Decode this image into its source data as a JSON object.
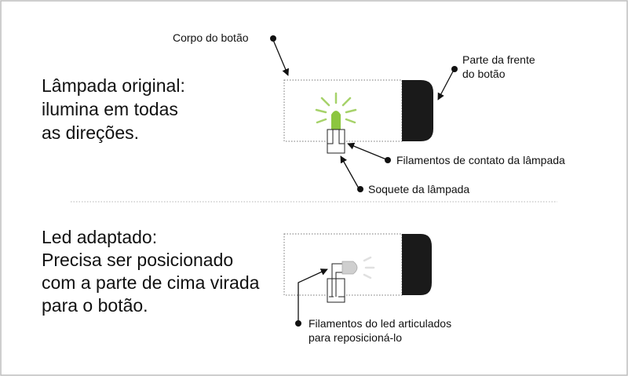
{
  "top_panel": {
    "title_lines": [
      "Lâmpada original:",
      "ilumina em todas",
      "as direções."
    ],
    "labels": {
      "body": "Corpo do botão",
      "front_line1": "Parte da frente",
      "front_line2": "do botão",
      "contact_filaments": "Filamentos de contato da lâmpada",
      "socket": "Soquete da lâmpada"
    }
  },
  "bottom_panel": {
    "title_lines": [
      "Led adaptado:",
      "Precisa ser posicionado",
      "com a parte de cima virada",
      "para o botão."
    ],
    "labels": {
      "led_filaments_line1": "Filamentos do led articulados",
      "led_filaments_line2": "para reposicioná-lo"
    }
  },
  "colors": {
    "lamp_glow": "#a6d26a",
    "lamp_bulb": "#8cc63f",
    "led_bulb": "#cfcfcf",
    "led_glow": "#e0e0e0",
    "button_front": "#1a1a1a"
  }
}
